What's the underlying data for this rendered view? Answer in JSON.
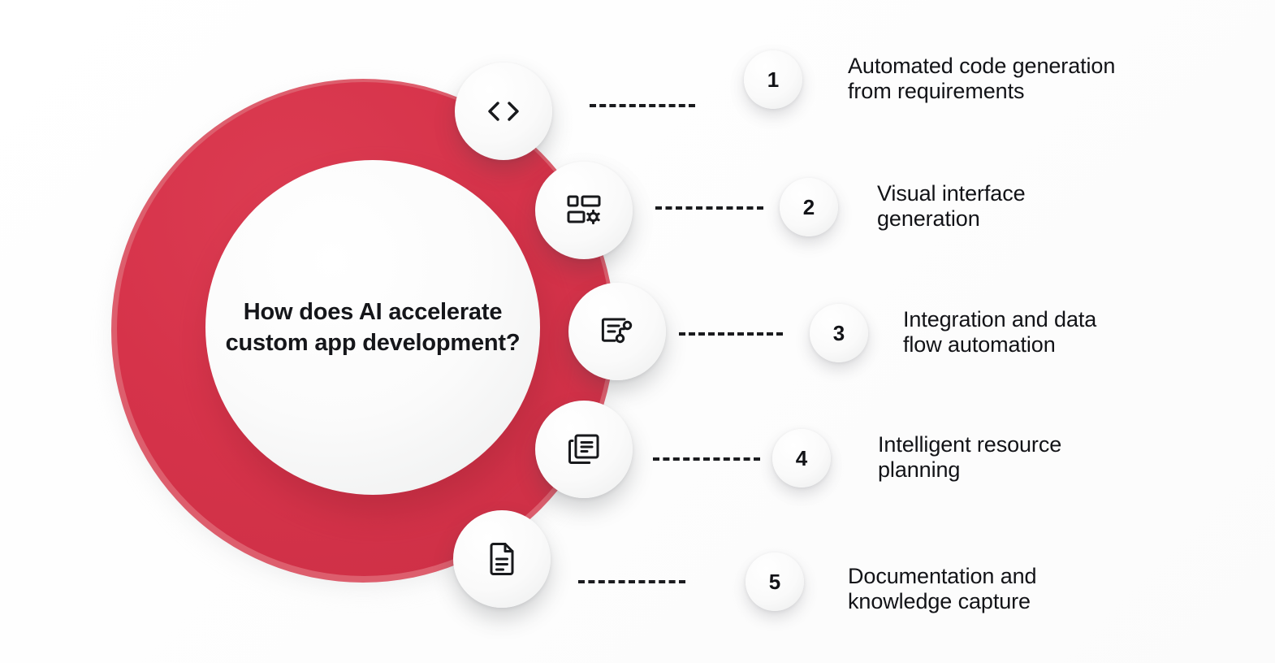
{
  "theme": {
    "background": "#ffffff",
    "accent_red": "#d6334a",
    "accent_red_light": "#dd5e6d",
    "text_color": "#121317",
    "bubble_color": "#f4f5f5"
  },
  "hub": {
    "title": "How does AI accelerate\ncustom app development?"
  },
  "items": [
    {
      "number": "1",
      "label": "Automated code generation\nfrom requirements",
      "icon": "code-brackets-icon"
    },
    {
      "number": "2",
      "label": "Visual interface\ngeneration",
      "icon": "layout-settings-icon"
    },
    {
      "number": "3",
      "label": "Integration and data\nflow automation",
      "icon": "data-flow-icon"
    },
    {
      "number": "4",
      "label": "Intelligent resource\nplanning",
      "icon": "stacked-documents-icon"
    },
    {
      "number": "5",
      "label": "Documentation and\nknowledge capture",
      "icon": "document-icon"
    }
  ]
}
